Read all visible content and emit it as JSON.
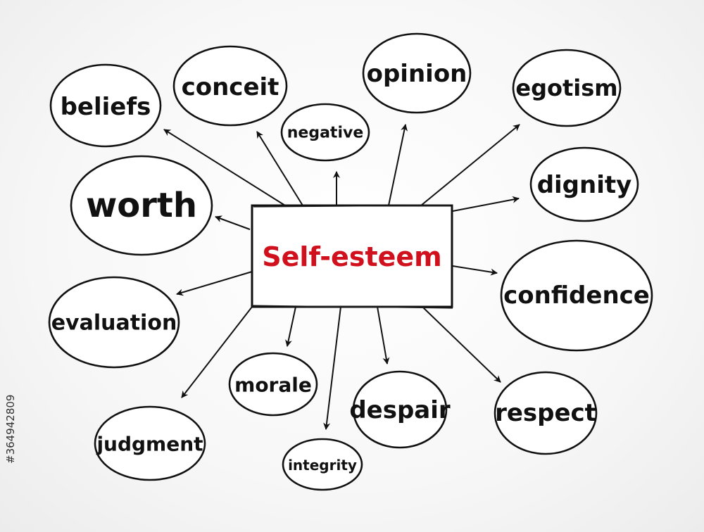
{
  "center": {
    "label": "Self-esteem",
    "color": "#d0101c"
  },
  "nodes": [
    {
      "id": "beliefs",
      "label": "beliefs"
    },
    {
      "id": "conceit",
      "label": "conceit"
    },
    {
      "id": "negative",
      "label": "negative"
    },
    {
      "id": "opinion",
      "label": "opinion"
    },
    {
      "id": "egotism",
      "label": "egotism"
    },
    {
      "id": "worth",
      "label": "worth"
    },
    {
      "id": "dignity",
      "label": "dignity"
    },
    {
      "id": "confidence",
      "label": "confidence"
    },
    {
      "id": "evaluation",
      "label": "evaluation"
    },
    {
      "id": "morale",
      "label": "morale"
    },
    {
      "id": "despair",
      "label": "despair"
    },
    {
      "id": "respect",
      "label": "respect"
    },
    {
      "id": "judgment",
      "label": "judgment"
    },
    {
      "id": "integrity",
      "label": "integrity"
    }
  ],
  "stock_id": "#364942809"
}
